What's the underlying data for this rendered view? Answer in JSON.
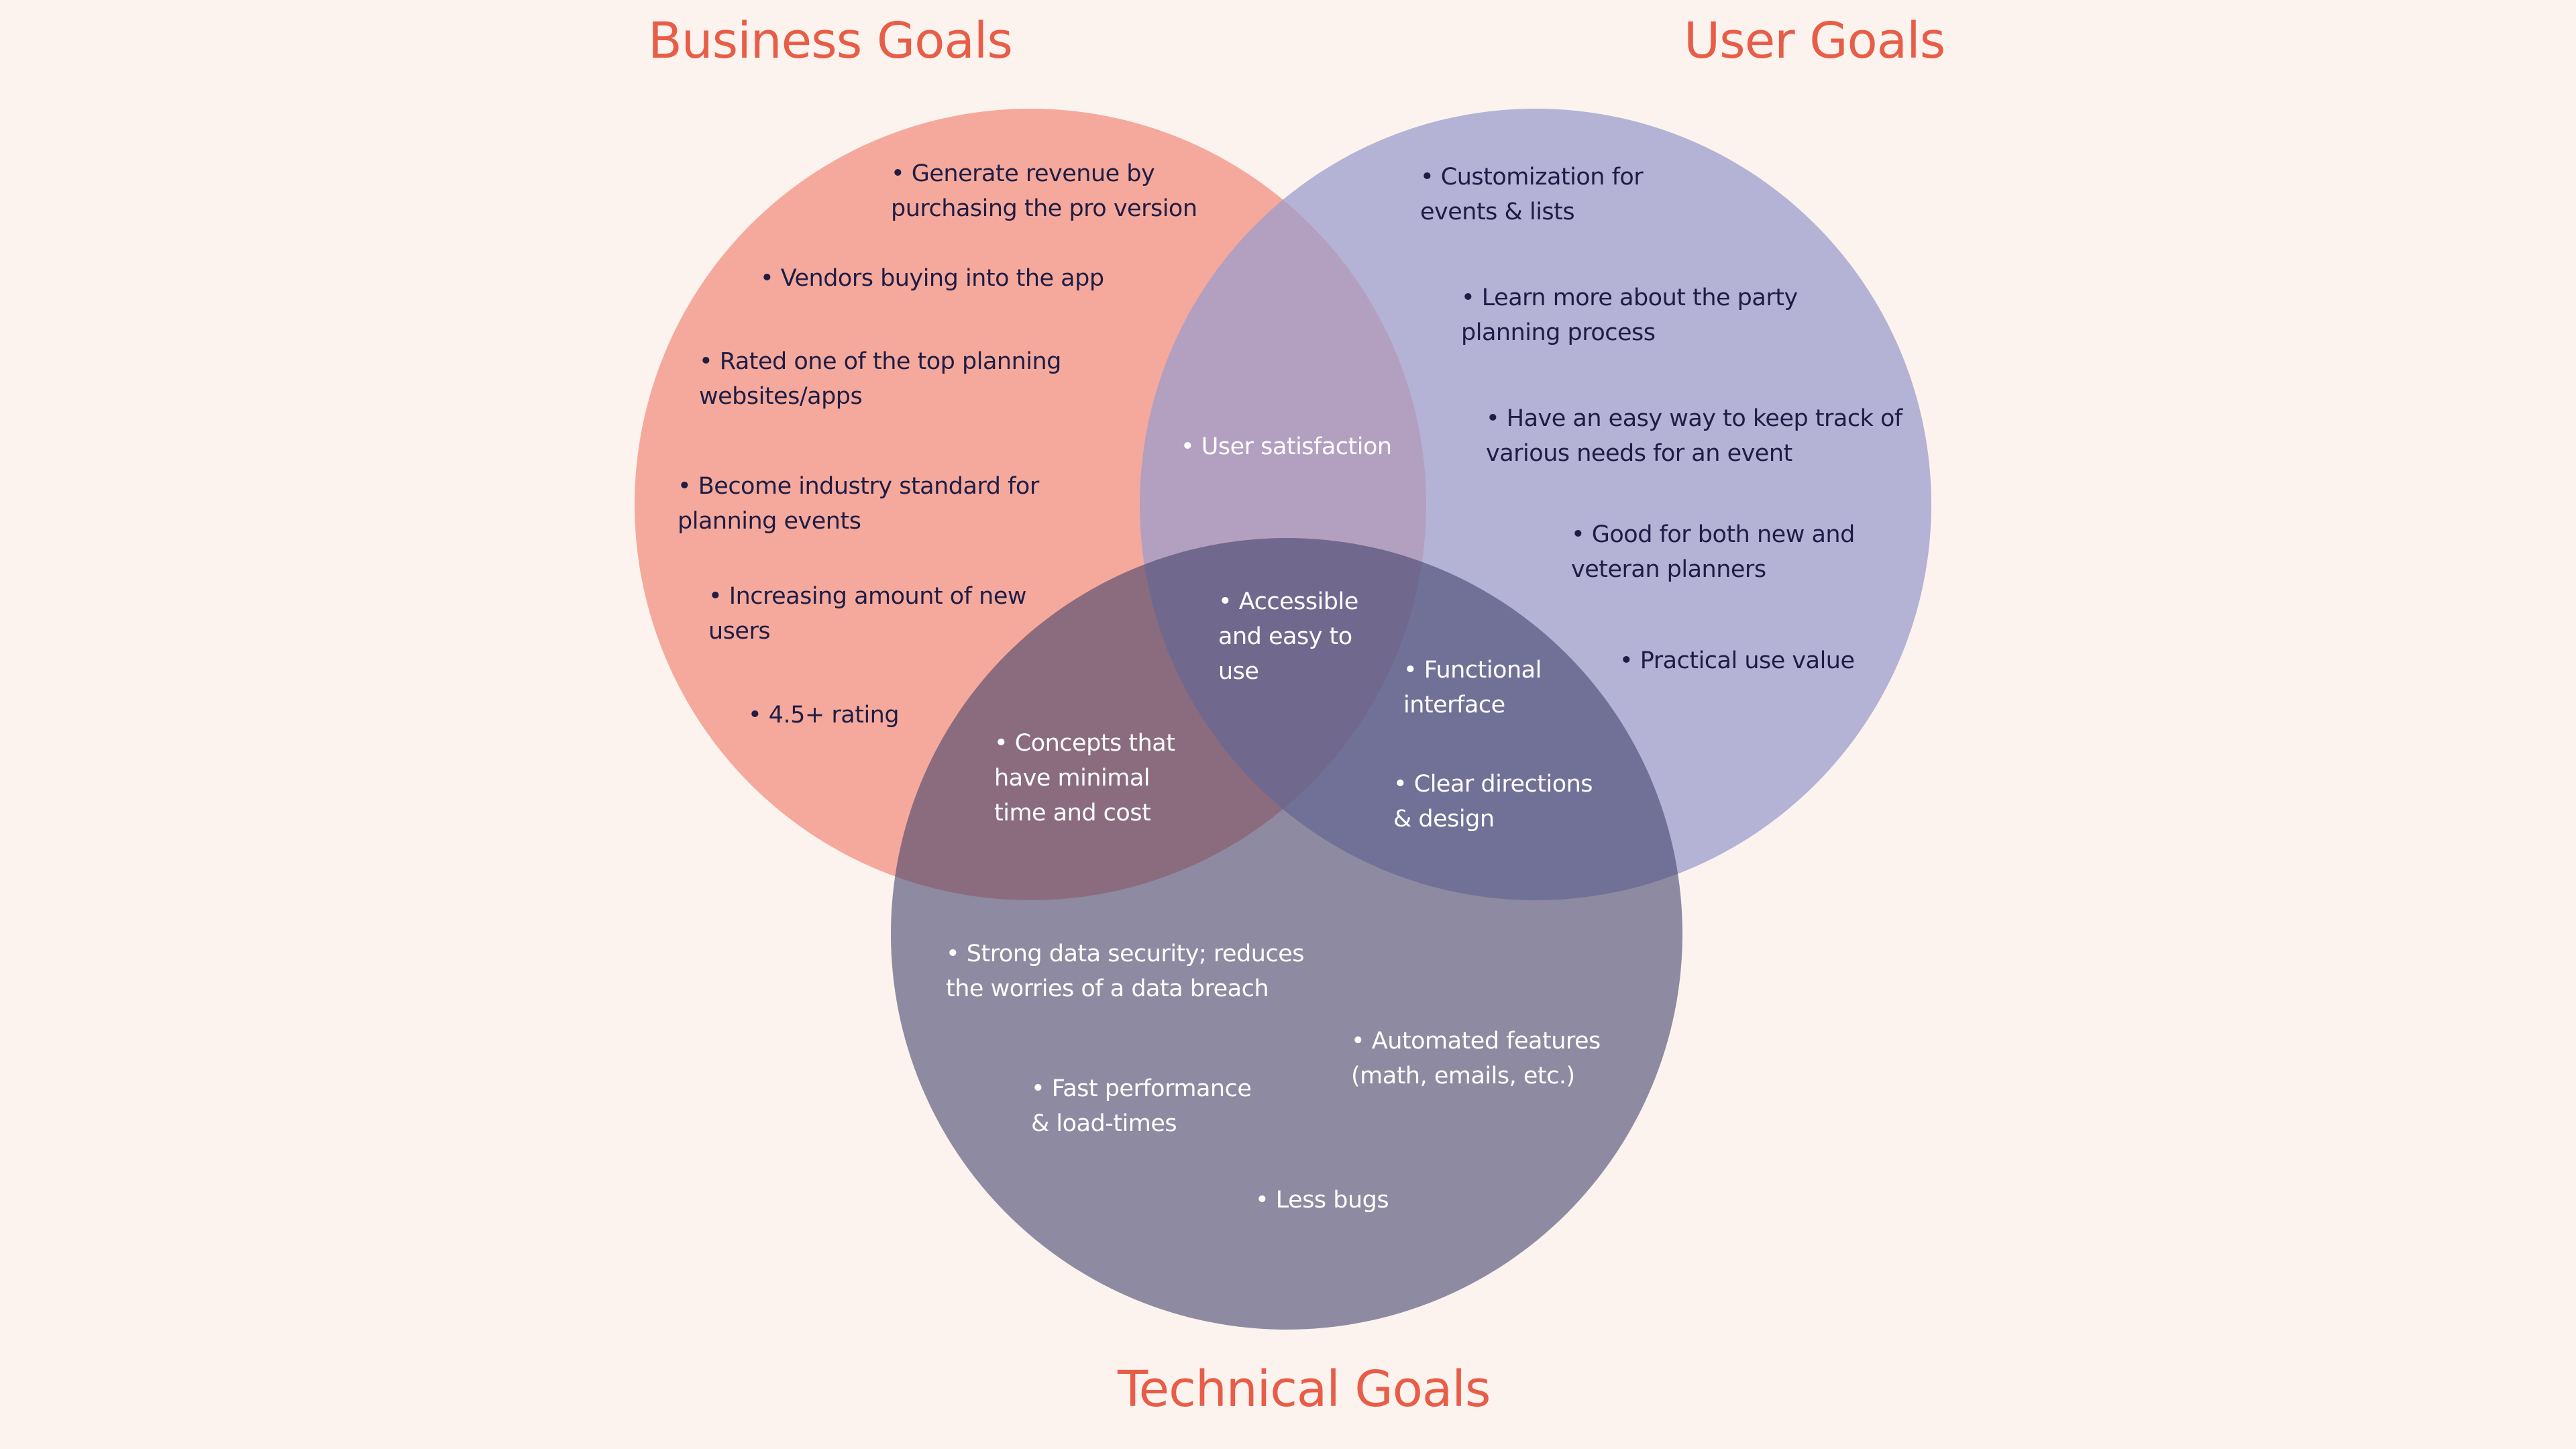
{
  "colors": {
    "background": "#fcf3ef",
    "business_circle": "#f29484",
    "user_circle": "#9c9ccc",
    "technical_circle": "#45446c",
    "title": "#e85d47",
    "dark_text": "#1f1d45",
    "light_text": "#ffffff"
  },
  "circles": {
    "business": {
      "title": "Business Goals",
      "items": [
        "• Generate revenue by\npurchasing the pro version",
        "• Vendors buying into the app",
        "• Rated one of the top planning\nwebsites/apps",
        "• Become industry standard for\nplanning events",
        "• Increasing amount of new\nusers",
        "• 4.5+ rating"
      ]
    },
    "user": {
      "title": "User Goals",
      "items": [
        "• Customization for\nevents & lists",
        "• Learn more about the party\nplanning process",
        "• Have an easy way to keep track of\nvarious needs for an event",
        "• Good for both new and\nveteran planners",
        "• Practical use value"
      ]
    },
    "technical": {
      "title": "Technical Goals",
      "items": [
        "• Strong data security; reduces\nthe worries of a data breach",
        "• Automated features\n(math, emails, etc.)",
        "• Fast performance\n& load-times",
        "• Less bugs"
      ]
    }
  },
  "overlaps": {
    "business_user": [
      "• User satisfaction"
    ],
    "business_technical": [
      "• Concepts that\nhave minimal\ntime and cost"
    ],
    "user_technical": [
      "• Functional\ninterface",
      "• Clear directions\n& design"
    ],
    "all_three": [
      "• Accessible\nand easy to\nuse"
    ]
  }
}
